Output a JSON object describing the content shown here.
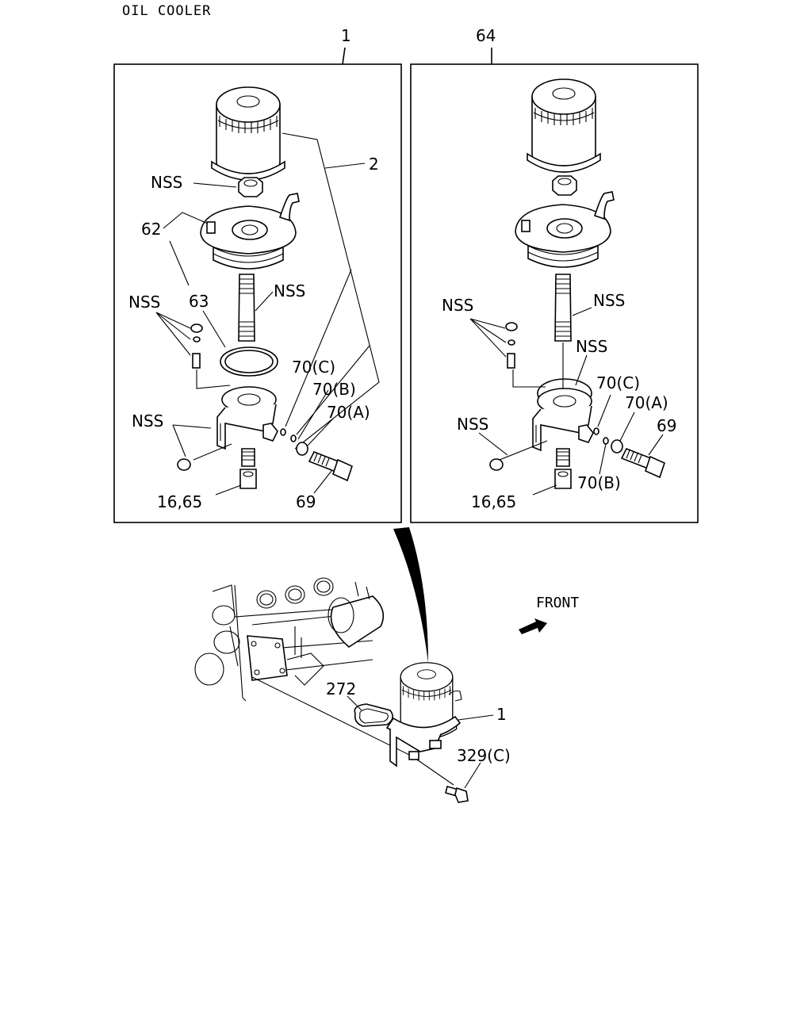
{
  "title": "OIL COOLER",
  "panels": [
    {
      "ref": "1",
      "labels": {
        "filter_assy": "2",
        "nut": "NSS",
        "cooler_body": "62",
        "oring": "63",
        "relief_kit": "NSS",
        "stud": "NSS",
        "drain_plug": "NSS",
        "washer_c": "70(C)",
        "washer_b": "70(B)",
        "washer_a": "70(A)",
        "bolt": "69",
        "valve": "16,65"
      }
    },
    {
      "ref": "64",
      "labels": {
        "relief_kit": "NSS",
        "stud": "NSS",
        "oring": "NSS",
        "drain_plug": "NSS",
        "washer_c": "70(C)",
        "washer_a": "70(A)",
        "bolt": "69",
        "washer_b": "70(B)",
        "valve": "16,65"
      }
    }
  ],
  "engine_view": {
    "front_label": "FRONT",
    "gasket": "272",
    "assy": "1",
    "bolt": "329(C)"
  }
}
